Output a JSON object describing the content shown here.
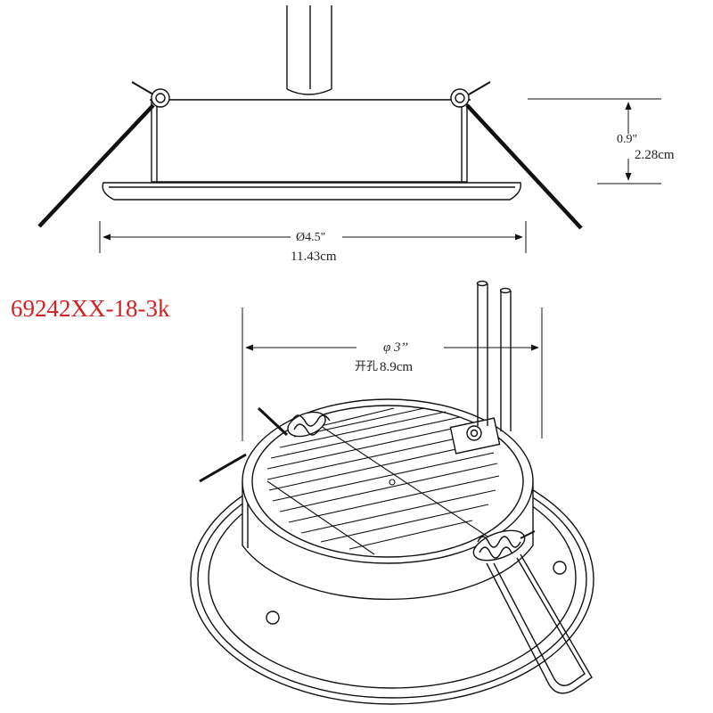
{
  "drawing": {
    "model_code": "69242XX-18-3k",
    "model_color": "#d42020",
    "line_color": "#111111",
    "height_dim": {
      "inch": "0.9\"",
      "metric": "2.28cm"
    },
    "outer_diameter_dim": {
      "inch": "Ø4.5\"",
      "metric": "11.43cm"
    },
    "cutout_dim": {
      "inch": "φ 3’’",
      "metric_prefix": "开孔",
      "metric": "8.9cm"
    }
  }
}
